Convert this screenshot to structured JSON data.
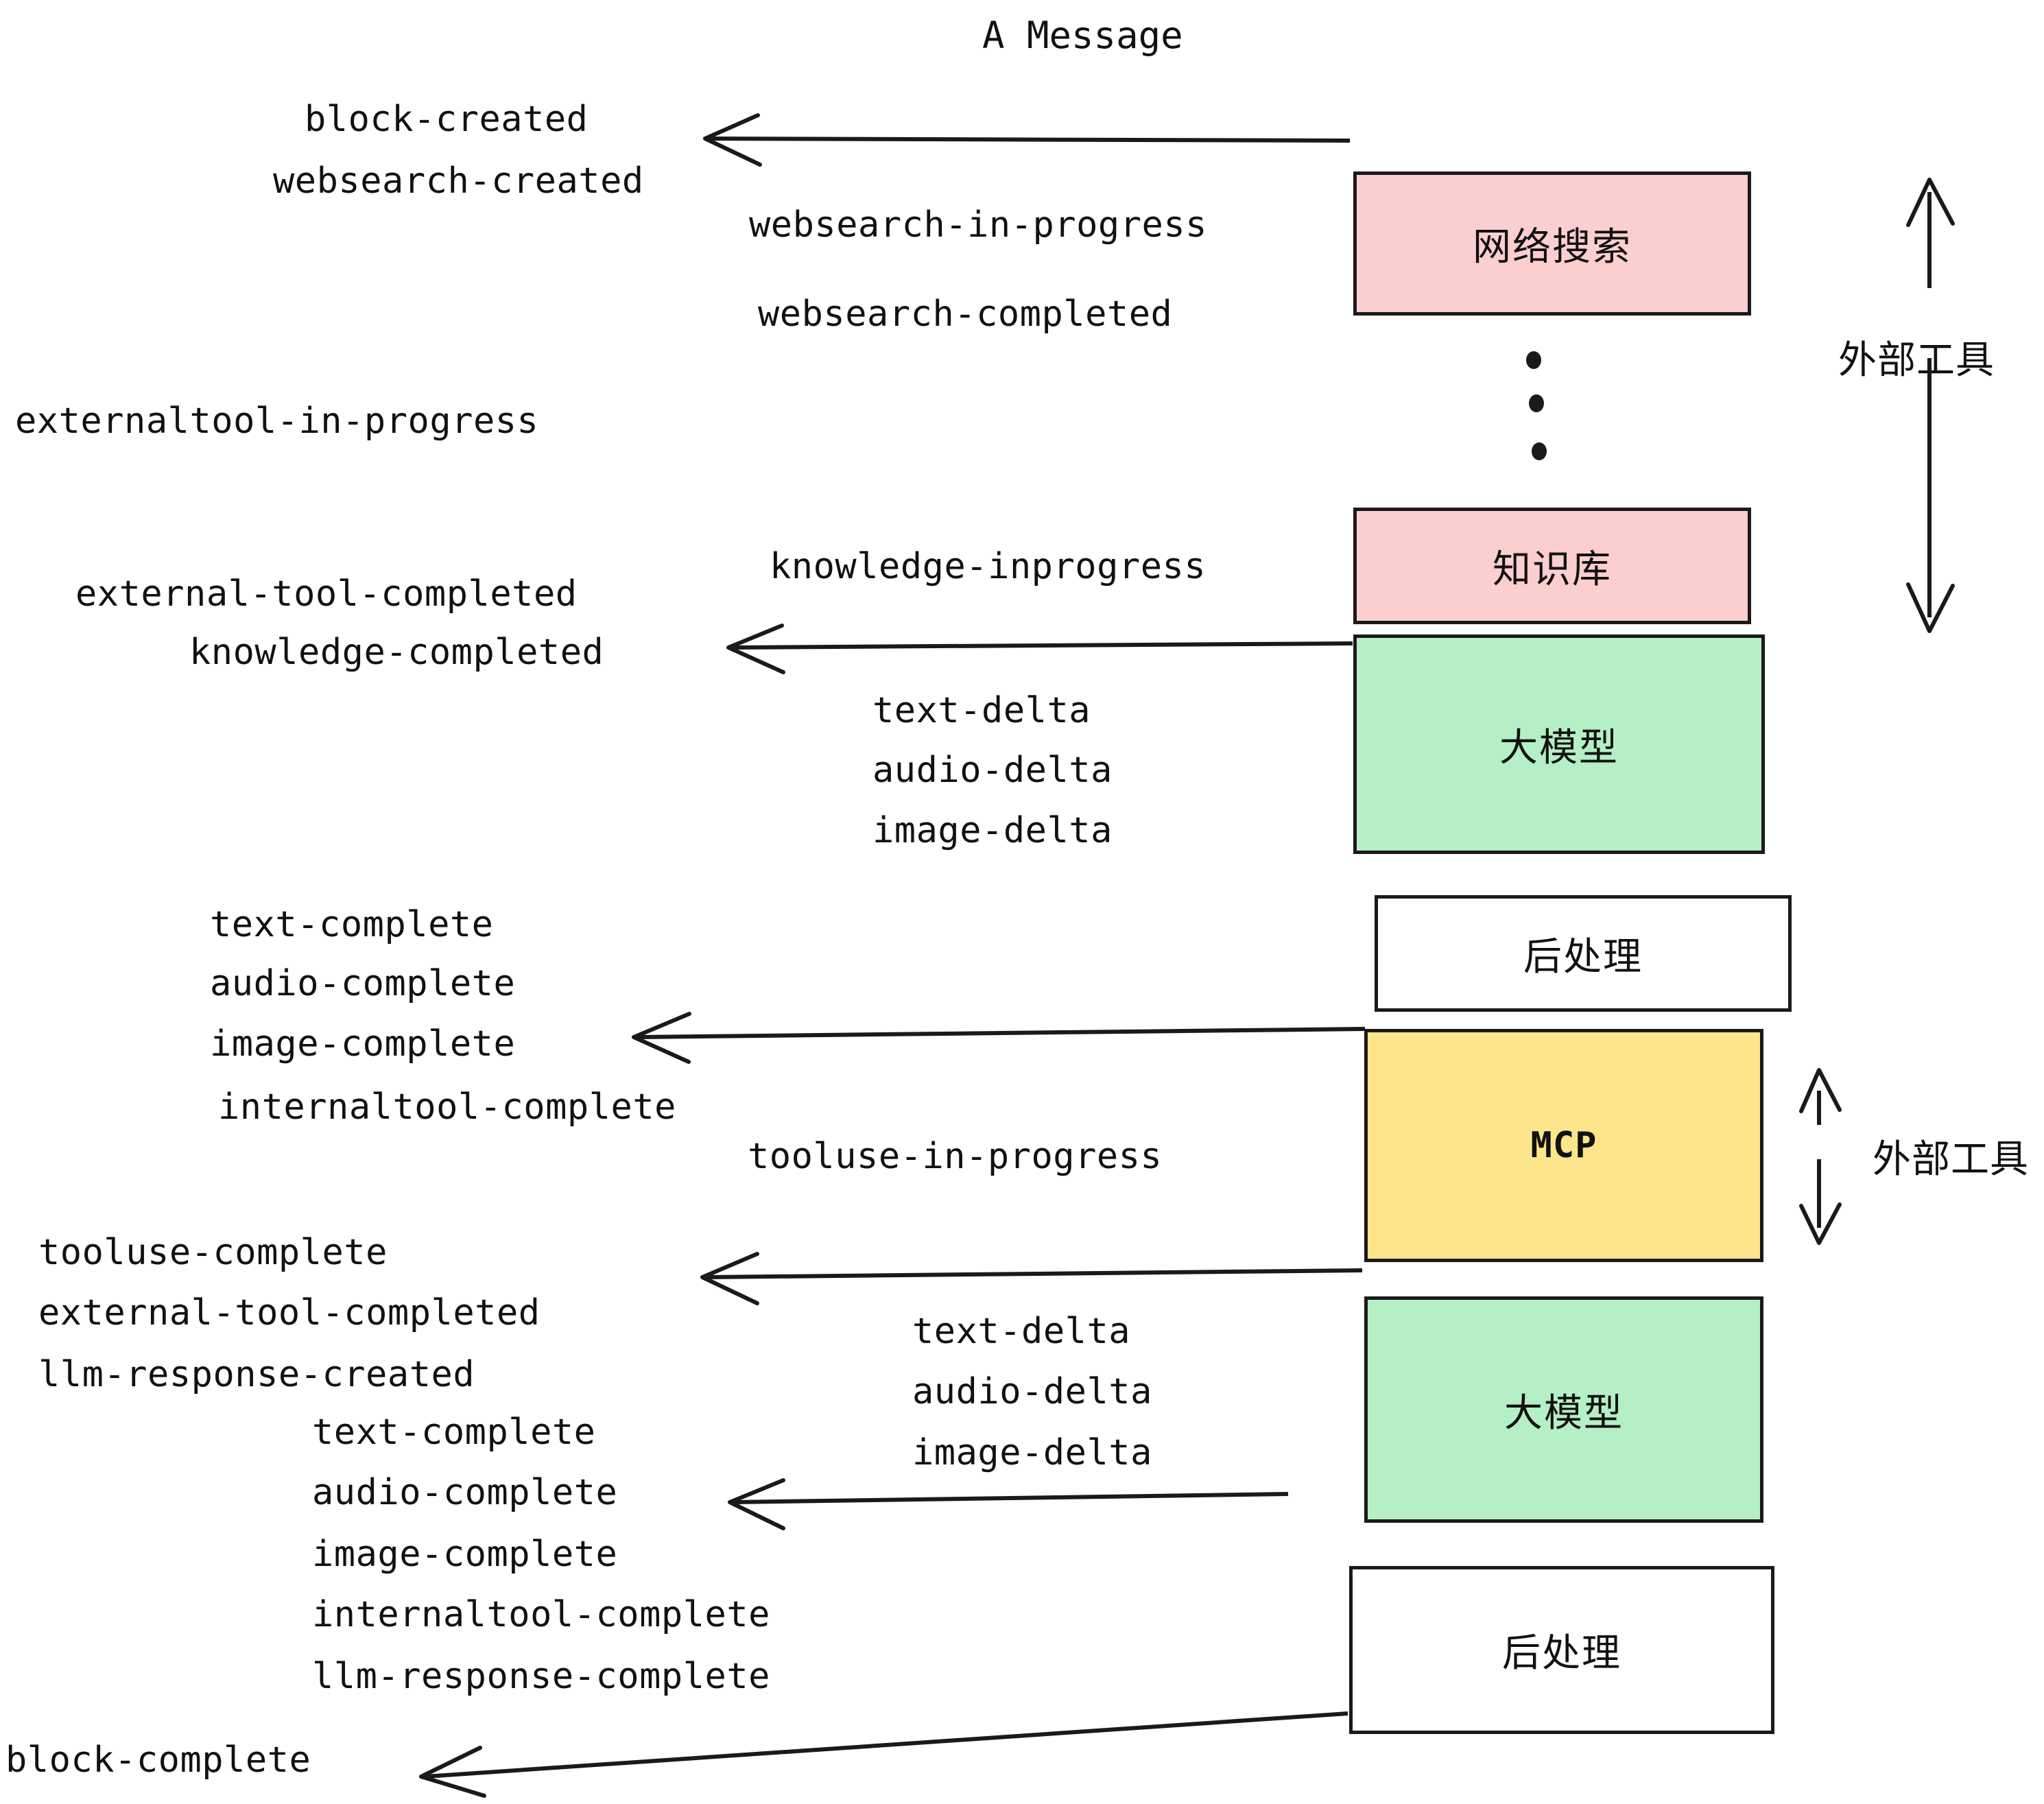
{
  "title": "A Message",
  "boxes": [
    {
      "id": "websearch",
      "label": "网络搜索",
      "fill": "#fbcfcf",
      "kind": "cn"
    },
    {
      "id": "knowledge",
      "label": "知识库",
      "fill": "#fbcfcf",
      "kind": "cn"
    },
    {
      "id": "llm-1",
      "label": "大模型",
      "fill": "#b5efc5",
      "kind": "cn"
    },
    {
      "id": "postprocess-1",
      "label": "后处理",
      "fill": "#ffffff",
      "kind": "cn"
    },
    {
      "id": "mcp",
      "label": "MCP",
      "fill": "#fce58a",
      "kind": "mono"
    },
    {
      "id": "llm-2",
      "label": "大模型",
      "fill": "#b5efc5",
      "kind": "cn"
    },
    {
      "id": "postprocess-2",
      "label": "后处理",
      "fill": "#ffffff",
      "kind": "cn"
    }
  ],
  "side_annotations": [
    {
      "id": "external-tool-top",
      "label": "外部工具"
    },
    {
      "id": "external-tool-bottom",
      "label": "外部工具"
    }
  ],
  "events": [
    {
      "id": "block-created",
      "text": "block-created"
    },
    {
      "id": "websearch-created",
      "text": "websearch-created"
    },
    {
      "id": "websearch-in-progress",
      "text": "websearch-in-progress"
    },
    {
      "id": "websearch-completed",
      "text": "websearch-completed"
    },
    {
      "id": "externaltool-in-progress",
      "text": "externaltool-in-progress"
    },
    {
      "id": "knowledge-inprogress",
      "text": "knowledge-inprogress"
    },
    {
      "id": "external-tool-completed-1",
      "text": "external-tool-completed"
    },
    {
      "id": "knowledge-completed",
      "text": "knowledge-completed"
    },
    {
      "id": "text-delta-1",
      "text": "text-delta"
    },
    {
      "id": "audio-delta-1",
      "text": "audio-delta"
    },
    {
      "id": "image-delta-1",
      "text": "image-delta"
    },
    {
      "id": "text-complete-1",
      "text": "text-complete"
    },
    {
      "id": "audio-complete-1",
      "text": "audio-complete"
    },
    {
      "id": "image-complete-1",
      "text": "image-complete"
    },
    {
      "id": "internaltool-complete-1",
      "text": "internaltool-complete"
    },
    {
      "id": "tooluse-in-progress",
      "text": "tooluse-in-progress"
    },
    {
      "id": "tooluse-complete",
      "text": "tooluse-complete"
    },
    {
      "id": "external-tool-completed-2",
      "text": "external-tool-completed"
    },
    {
      "id": "llm-response-created",
      "text": "llm-response-created"
    },
    {
      "id": "text-complete-2",
      "text": "text-complete"
    },
    {
      "id": "audio-complete-2",
      "text": "audio-complete"
    },
    {
      "id": "image-complete-2",
      "text": "image-complete"
    },
    {
      "id": "internaltool-complete-2",
      "text": "internaltool-complete"
    },
    {
      "id": "llm-response-complete",
      "text": "llm-response-complete"
    },
    {
      "id": "text-delta-2",
      "text": "text-delta"
    },
    {
      "id": "audio-delta-2",
      "text": "audio-delta"
    },
    {
      "id": "image-delta-2",
      "text": "image-delta"
    },
    {
      "id": "block-complete",
      "text": "block-complete"
    }
  ],
  "colors": {
    "pink": "#fbcfcf",
    "green": "#b5efc5",
    "yellow": "#fce58a",
    "white": "#ffffff",
    "stroke": "#1a1a1a",
    "text": "#111111"
  }
}
